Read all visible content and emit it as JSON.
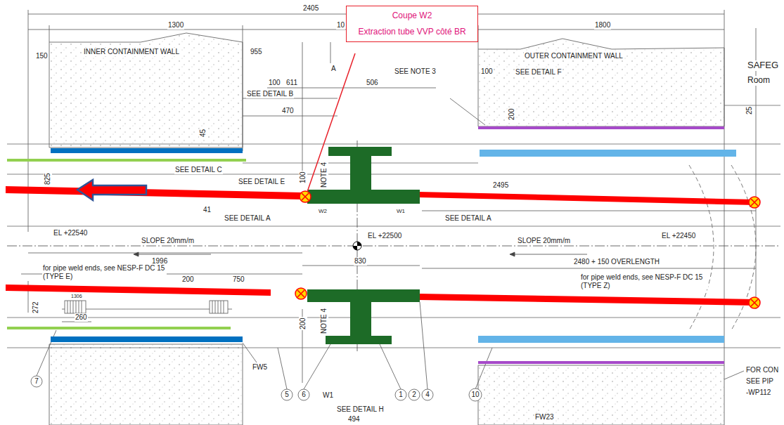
{
  "diagram": {
    "nodes": [
      {
        "text": [
          "Coupe W2",
          "Extraction tube VVP côté BR"
        ]
      }
    ],
    "labels": [
      "2405",
      "1300",
      "1800",
      "10",
      "150",
      "INNER CONTAINMENT WALL",
      "955",
      "OUTER CONTAINMENT WALL",
      "SAFEG",
      "Room",
      "A",
      "SEE NOTE 3",
      "100",
      "SEE DETAIL F",
      "100",
      "611",
      "506",
      "SEE DETAIL B",
      "470",
      "200",
      "25",
      "45",
      "825",
      "SEE DETAIL C",
      "SEE DETAIL E",
      "100",
      "NOTE 4",
      "2495",
      "41",
      "SEE DETAIL A",
      "W2",
      "W1",
      "SEE DETAIL A",
      "EL +22540",
      "EL +22500",
      "EL +22450",
      "SLOPE 20mm/m",
      "SLOPE 20mm/m",
      "1996",
      "830",
      "2480 + 150 OVERLENGTH",
      "for pipe weld ends, see NESP-F DC 15 (TYPE E)",
      "200",
      "750",
      "for pipe weld ends, see NESP-F DC 15 (TYPE Z)",
      "272",
      "1306",
      "260",
      "200",
      "NOTE 4",
      "FOR CON",
      "SEE PIP",
      "-WP112",
      "FW5",
      "7",
      "5",
      "6",
      "W1",
      "1",
      "2",
      "4",
      "10",
      "SEE DETAIL H",
      "494",
      "FW23"
    ]
  }
}
